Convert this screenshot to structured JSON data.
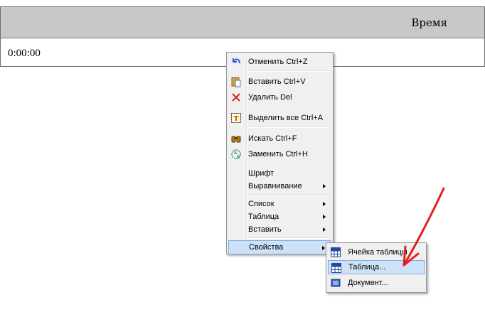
{
  "table": {
    "header_cell": "Время",
    "cell_value": "0:00:00"
  },
  "context_menu": {
    "items": [
      {
        "label": "Отменить Ctrl+Z",
        "icon": "undo-icon"
      },
      {
        "label": "Вставить Ctrl+V",
        "icon": "paste-icon"
      },
      {
        "label": "Удалить Del",
        "icon": "delete-icon"
      },
      {
        "label": "Выделить все Ctrl+A",
        "icon": "select-all-icon"
      },
      {
        "label": "Искать Ctrl+F",
        "icon": "find-icon"
      },
      {
        "label": "Заменить Ctrl+H",
        "icon": "replace-icon"
      },
      {
        "label": "Шрифт"
      },
      {
        "label": "Выравнивание",
        "submenu": true
      },
      {
        "label": "Список",
        "submenu": true
      },
      {
        "label": "Таблица",
        "submenu": true
      },
      {
        "label": "Вставить",
        "submenu": true
      },
      {
        "label": "Свойства",
        "submenu": true,
        "highlighted": true
      }
    ]
  },
  "submenu": {
    "items": [
      {
        "label": "Ячейка таблицы",
        "icon": "table-cell-icon"
      },
      {
        "label": "Таблица...",
        "icon": "table-icon",
        "highlighted": true
      },
      {
        "label": "Документ...",
        "icon": "document-icon"
      }
    ]
  },
  "colors": {
    "header_bg": "#c8c8c8",
    "menu_bg": "#f0f0f0",
    "highlight_bg": "#cde1f7",
    "highlight_border": "#84acdd",
    "annotation": "#e02020"
  }
}
